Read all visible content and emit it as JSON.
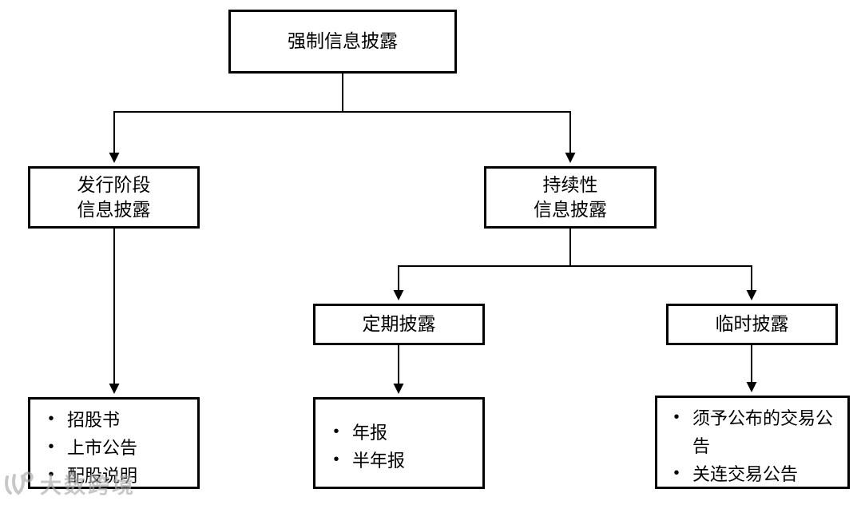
{
  "diagram": {
    "root": {
      "label": "强制信息披露"
    },
    "issuance": {
      "line1": "发行阶段",
      "line2": "信息披露"
    },
    "continuous": {
      "line1": "持续性",
      "line2": "信息披露"
    },
    "periodic": {
      "label": "定期披露"
    },
    "adhoc": {
      "label": "临时披露"
    },
    "issuance_docs": {
      "items": [
        "招股书",
        "上市公告",
        "配股说明"
      ]
    },
    "periodic_docs": {
      "items": [
        "年报",
        "半年报"
      ]
    },
    "adhoc_docs": {
      "items": [
        "须予公布的交易公告",
        "关连交易公告"
      ]
    }
  },
  "watermark": {
    "text": "大数跨境"
  },
  "colors": {
    "line": "#000000",
    "background": "#ffffff",
    "watermark": "#aaaaaa"
  }
}
